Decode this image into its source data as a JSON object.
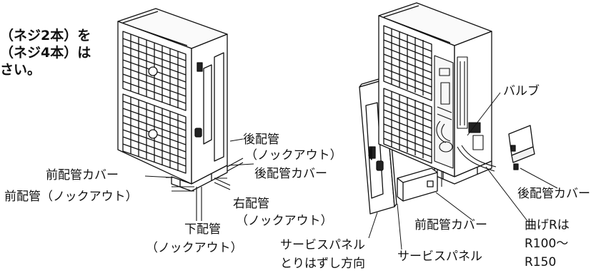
{
  "instructions": {
    "line1": "（ネジ2本）を",
    "line2": "（ネジ4本）は",
    "line3": "さい。"
  },
  "left_unit": {
    "rear_pipe": "後配管",
    "rear_knockout": "（ノックアウト）",
    "rear_pipe_cover": "後配管カバー",
    "front_pipe_cover": "前配管カバー",
    "front_pipe_knockout": "前配管（ノックアウト）",
    "right_pipe": "右配管",
    "right_knockout": "（ノックアウト）",
    "bottom_pipe": "下配管",
    "bottom_knockout": "（ノックアウト）"
  },
  "right_unit": {
    "valve": "バルブ",
    "rear_pipe_cover": "後配管カバー",
    "front_pipe_cover": "前配管カバー",
    "bend_radius_line1": "曲げRは",
    "bend_radius_line2": "R100～",
    "bend_radius_line3": "R150",
    "service_panel": "サービスパネル",
    "service_panel_removal_1": "サービスパネル",
    "service_panel_removal_2": "とりはずし方向"
  }
}
